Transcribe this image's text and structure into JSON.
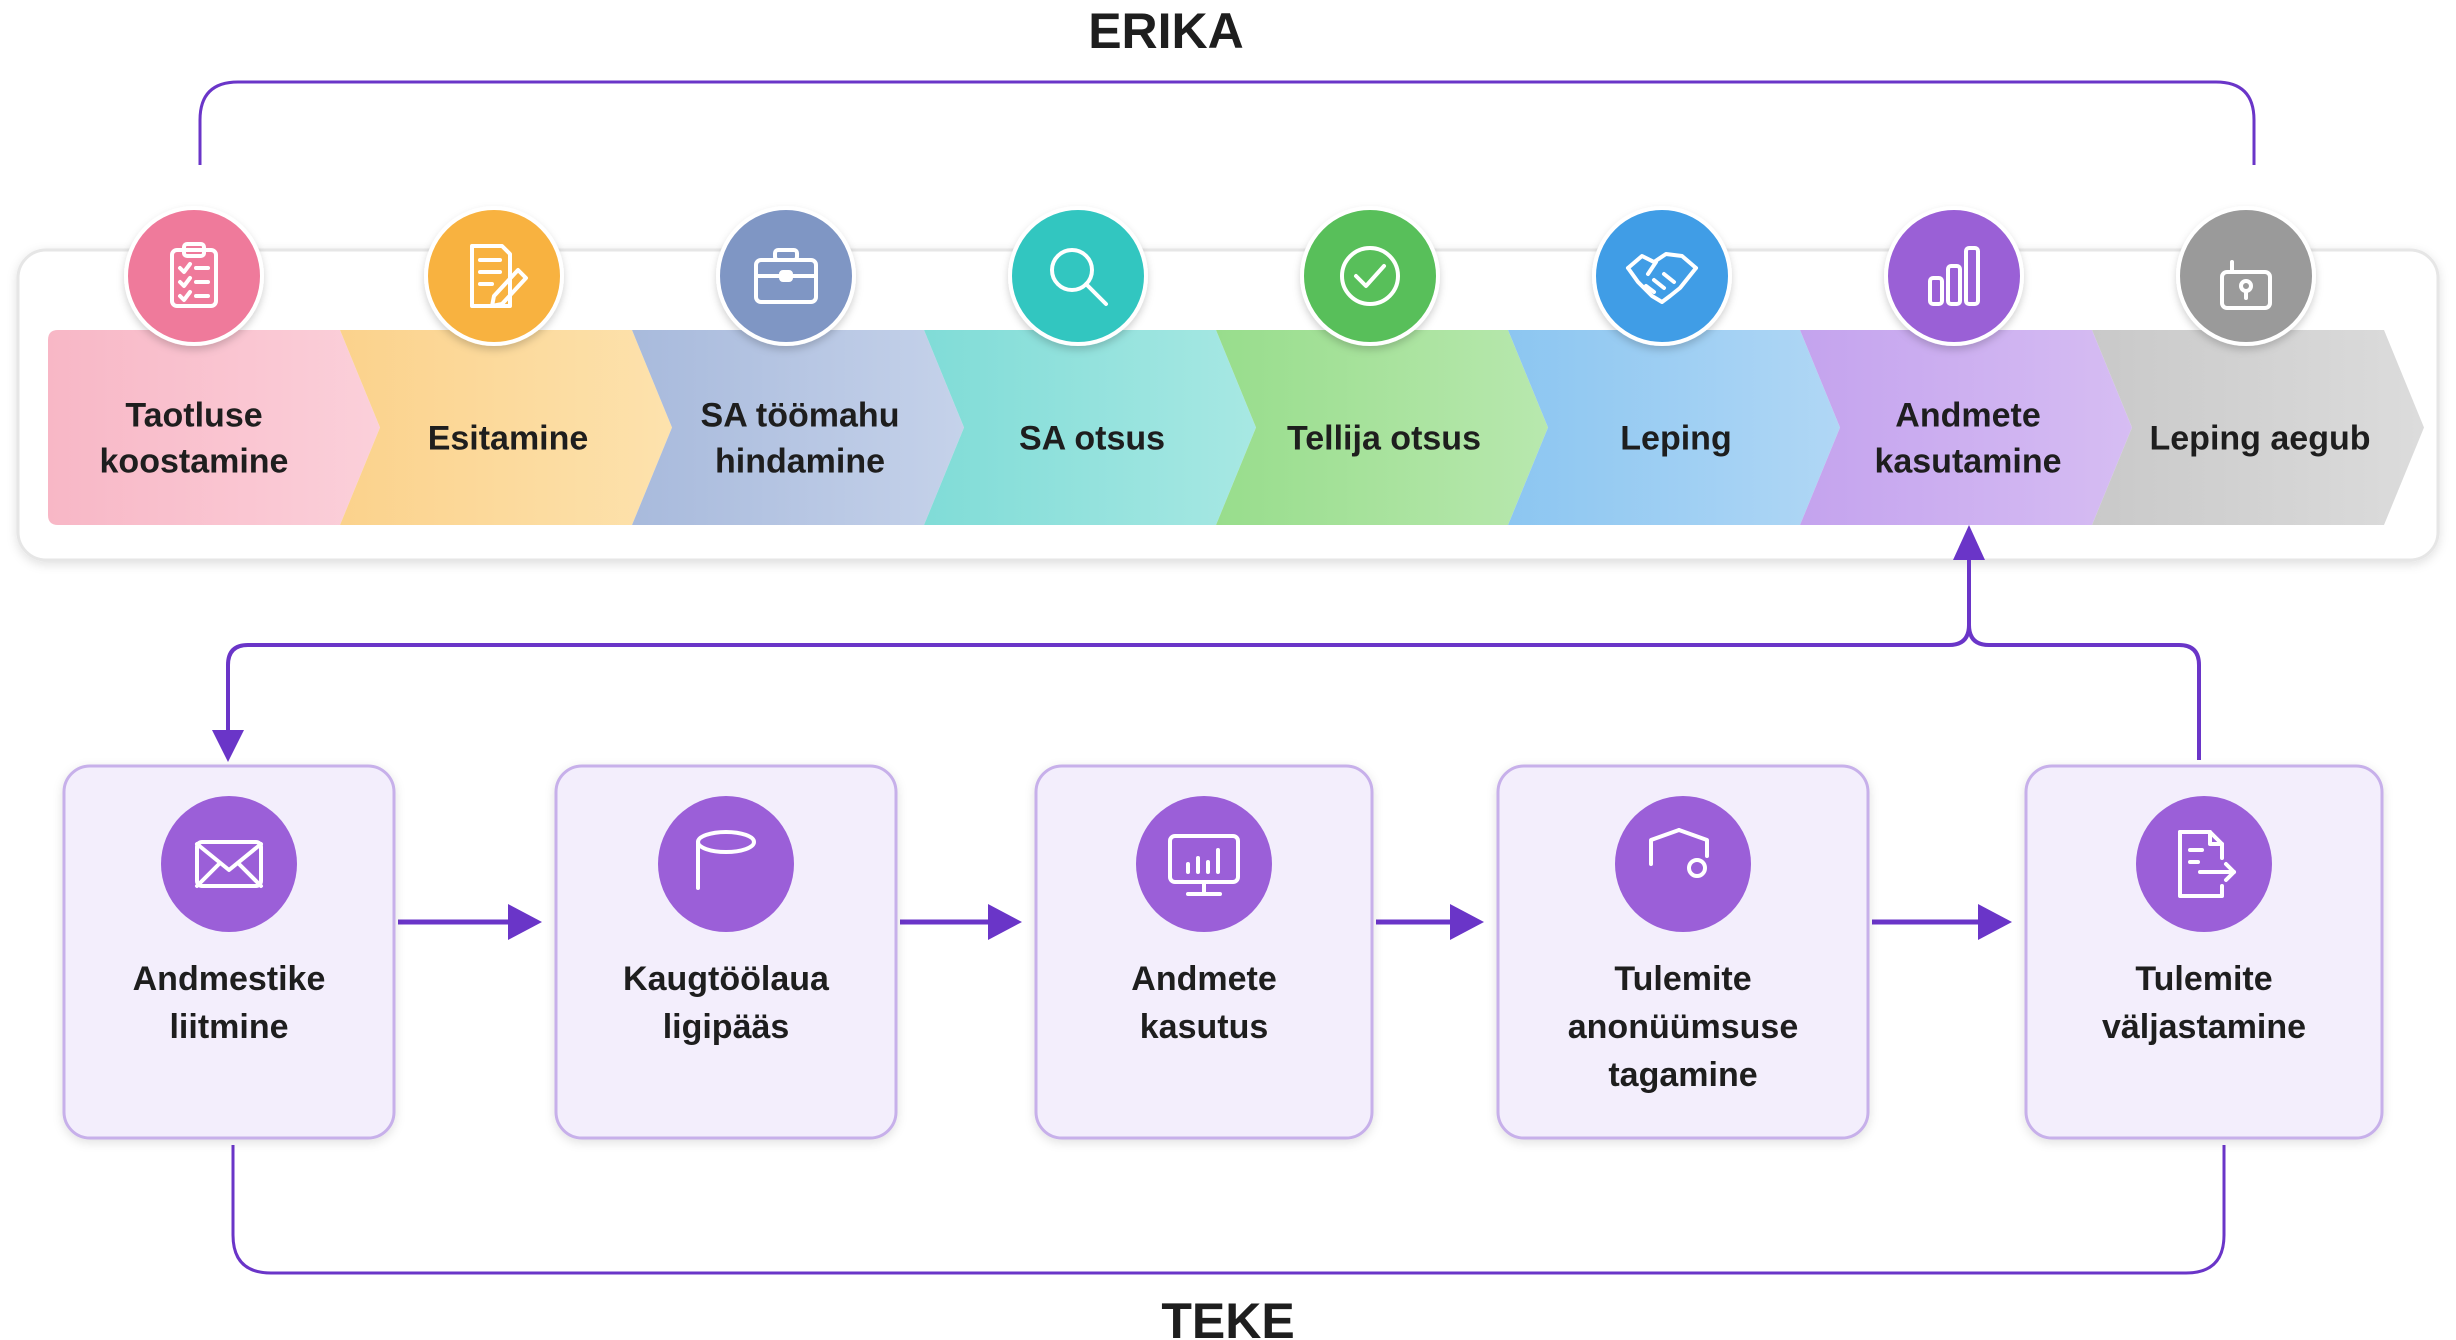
{
  "top_group": {
    "title": "ERIKA"
  },
  "bottom_group": {
    "title": "TEKE"
  },
  "pipeline": [
    {
      "id": "taotlus",
      "lines": [
        "Taotluse",
        "koostamine"
      ],
      "icon": "clipboard-checklist-icon",
      "circle": "#ef7a9b",
      "band": "#f8b7c6",
      "band_end": "#fbd0da"
    },
    {
      "id": "esitamine",
      "lines": [
        "Esitamine"
      ],
      "icon": "document-pencil-icon",
      "circle": "#f8b23f",
      "band": "#fbd28c",
      "band_end": "#fde2ad"
    },
    {
      "id": "sa-toomahu",
      "lines": [
        "SA töömahu",
        "hindamine"
      ],
      "icon": "briefcase-icon",
      "circle": "#7f96c4",
      "band": "#a8badc",
      "band_end": "#c5d2ea"
    },
    {
      "id": "sa-otsus",
      "lines": [
        "SA otsus"
      ],
      "icon": "magnifier-icon",
      "circle": "#33c6c0",
      "band": "#80dcd7",
      "band_end": "#a7e8e3"
    },
    {
      "id": "tellija-otsus",
      "lines": [
        "Tellija otsus"
      ],
      "icon": "checkmark-circle-icon",
      "circle": "#58bf5a",
      "band": "#98dd8c",
      "band_end": "#b8e8ae"
    },
    {
      "id": "leping",
      "lines": [
        "Leping"
      ],
      "icon": "handshake-icon",
      "circle": "#3f9de6",
      "band": "#8cc6f1",
      "band_end": "#b0d7f5"
    },
    {
      "id": "andmete-kasutamine",
      "lines": [
        "Andmete",
        "kasutamine"
      ],
      "icon": "bar-chart-icon",
      "circle": "#9a61d6",
      "band": "#c4a3ee",
      "band_end": "#d6bdf3"
    },
    {
      "id": "leping-aegub",
      "lines": [
        "Leping aegub"
      ],
      "icon": "padlock-icon",
      "circle": "#9a9a9a",
      "band": "#c9c9c9",
      "band_end": "#dcdcdc"
    }
  ],
  "process": [
    {
      "id": "andmestike-liitmine",
      "lines": [
        "Andmestike",
        "liitmine"
      ],
      "icon": "envelope-icon"
    },
    {
      "id": "kaugtoolaua-ligipaas",
      "lines": [
        "Kaugtöölaua",
        "ligipääs"
      ],
      "icon": "database-icon"
    },
    {
      "id": "andmete-kasutus",
      "lines": [
        "Andmete",
        "kasutus"
      ],
      "icon": "monitor-chart-icon"
    },
    {
      "id": "tulemite-anonuumsus",
      "lines": [
        "Tulemite",
        "anonüümsuse",
        "tagamine"
      ],
      "icon": "shield-user-icon"
    },
    {
      "id": "tulemite-valjastamine",
      "lines": [
        "Tulemite",
        "väljastamine"
      ],
      "icon": "document-export-icon"
    }
  ],
  "colors": {
    "purple": "#6a35c8",
    "purple_circle": "#9b5fd8",
    "box_fill": "#f3eefc",
    "box_stroke": "#c7b0ea",
    "text": "#1e1e1e"
  }
}
